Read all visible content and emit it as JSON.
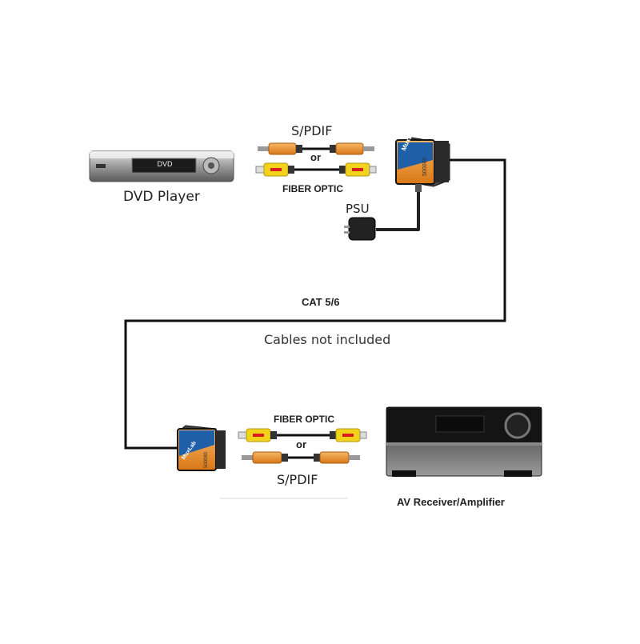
{
  "diagram": {
    "dvd_player_label": "DVD Player",
    "dvd_display_text": "DVD",
    "spdif_label_top": "S/PDIF",
    "or_label_top": "or",
    "fiber_optic_label_top": "FIBER OPTIC",
    "psu_label": "PSU",
    "cat_label": "CAT 5/6",
    "cables_note": "Cables not included",
    "fiber_optic_label_bottom": "FIBER OPTIC",
    "or_label_bottom": "or",
    "spdif_label_bottom": "S/PDIF",
    "receiver_label": "AV Receiver/Amplifier",
    "unit_brand": "MuxLab",
    "unit_model": "500080",
    "colors": {
      "cable": "#111111",
      "rca_orange": "#e8902a",
      "optic_yellow": "#f2d21b",
      "optic_red": "#d62020",
      "unit_orange": "#f39a2e",
      "unit_blue": "#1f5fa8"
    }
  }
}
